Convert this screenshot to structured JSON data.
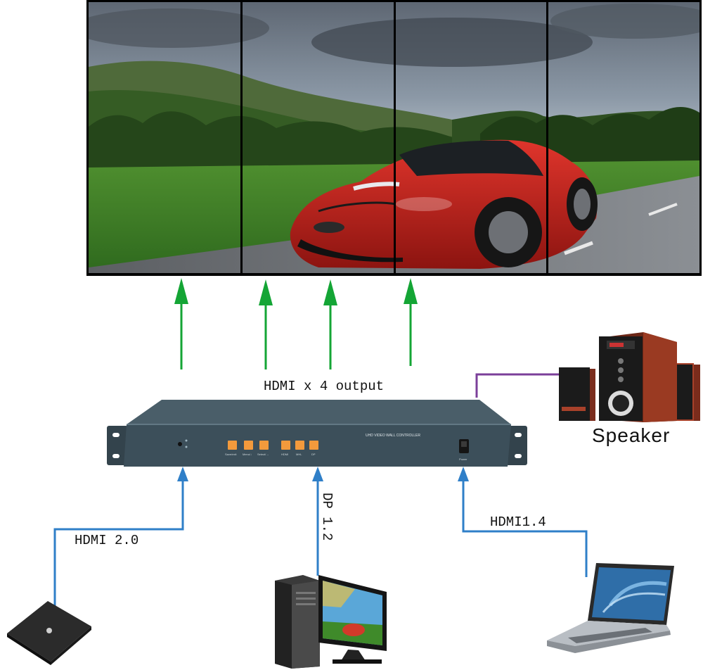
{
  "output_label": "HDMI x 4 output",
  "speaker_label": "Speaker",
  "inputs": {
    "left_label": "HDMI 2.0",
    "center_label": "DP 1.2",
    "right_label": "HDMI1.4"
  },
  "controller": {
    "title": "UHD VIDEO WALL CONTROLLER",
    "buttons": [
      "Save/exit",
      "Menu/↓",
      "Select/→",
      "HDMI",
      "MHL",
      "DP"
    ],
    "power_label": "Power"
  },
  "colors": {
    "output_arrow": "#14a535",
    "input_line": "#2f7fc8",
    "audio_line": "#7b3f9a",
    "controller_body": "#3c4f5a",
    "button": "#f39a3c"
  },
  "icons": {
    "source_left": "media-box-icon",
    "source_center": "desktop-pc-icon",
    "source_right": "laptop-icon",
    "audio": "speaker-set-icon"
  }
}
